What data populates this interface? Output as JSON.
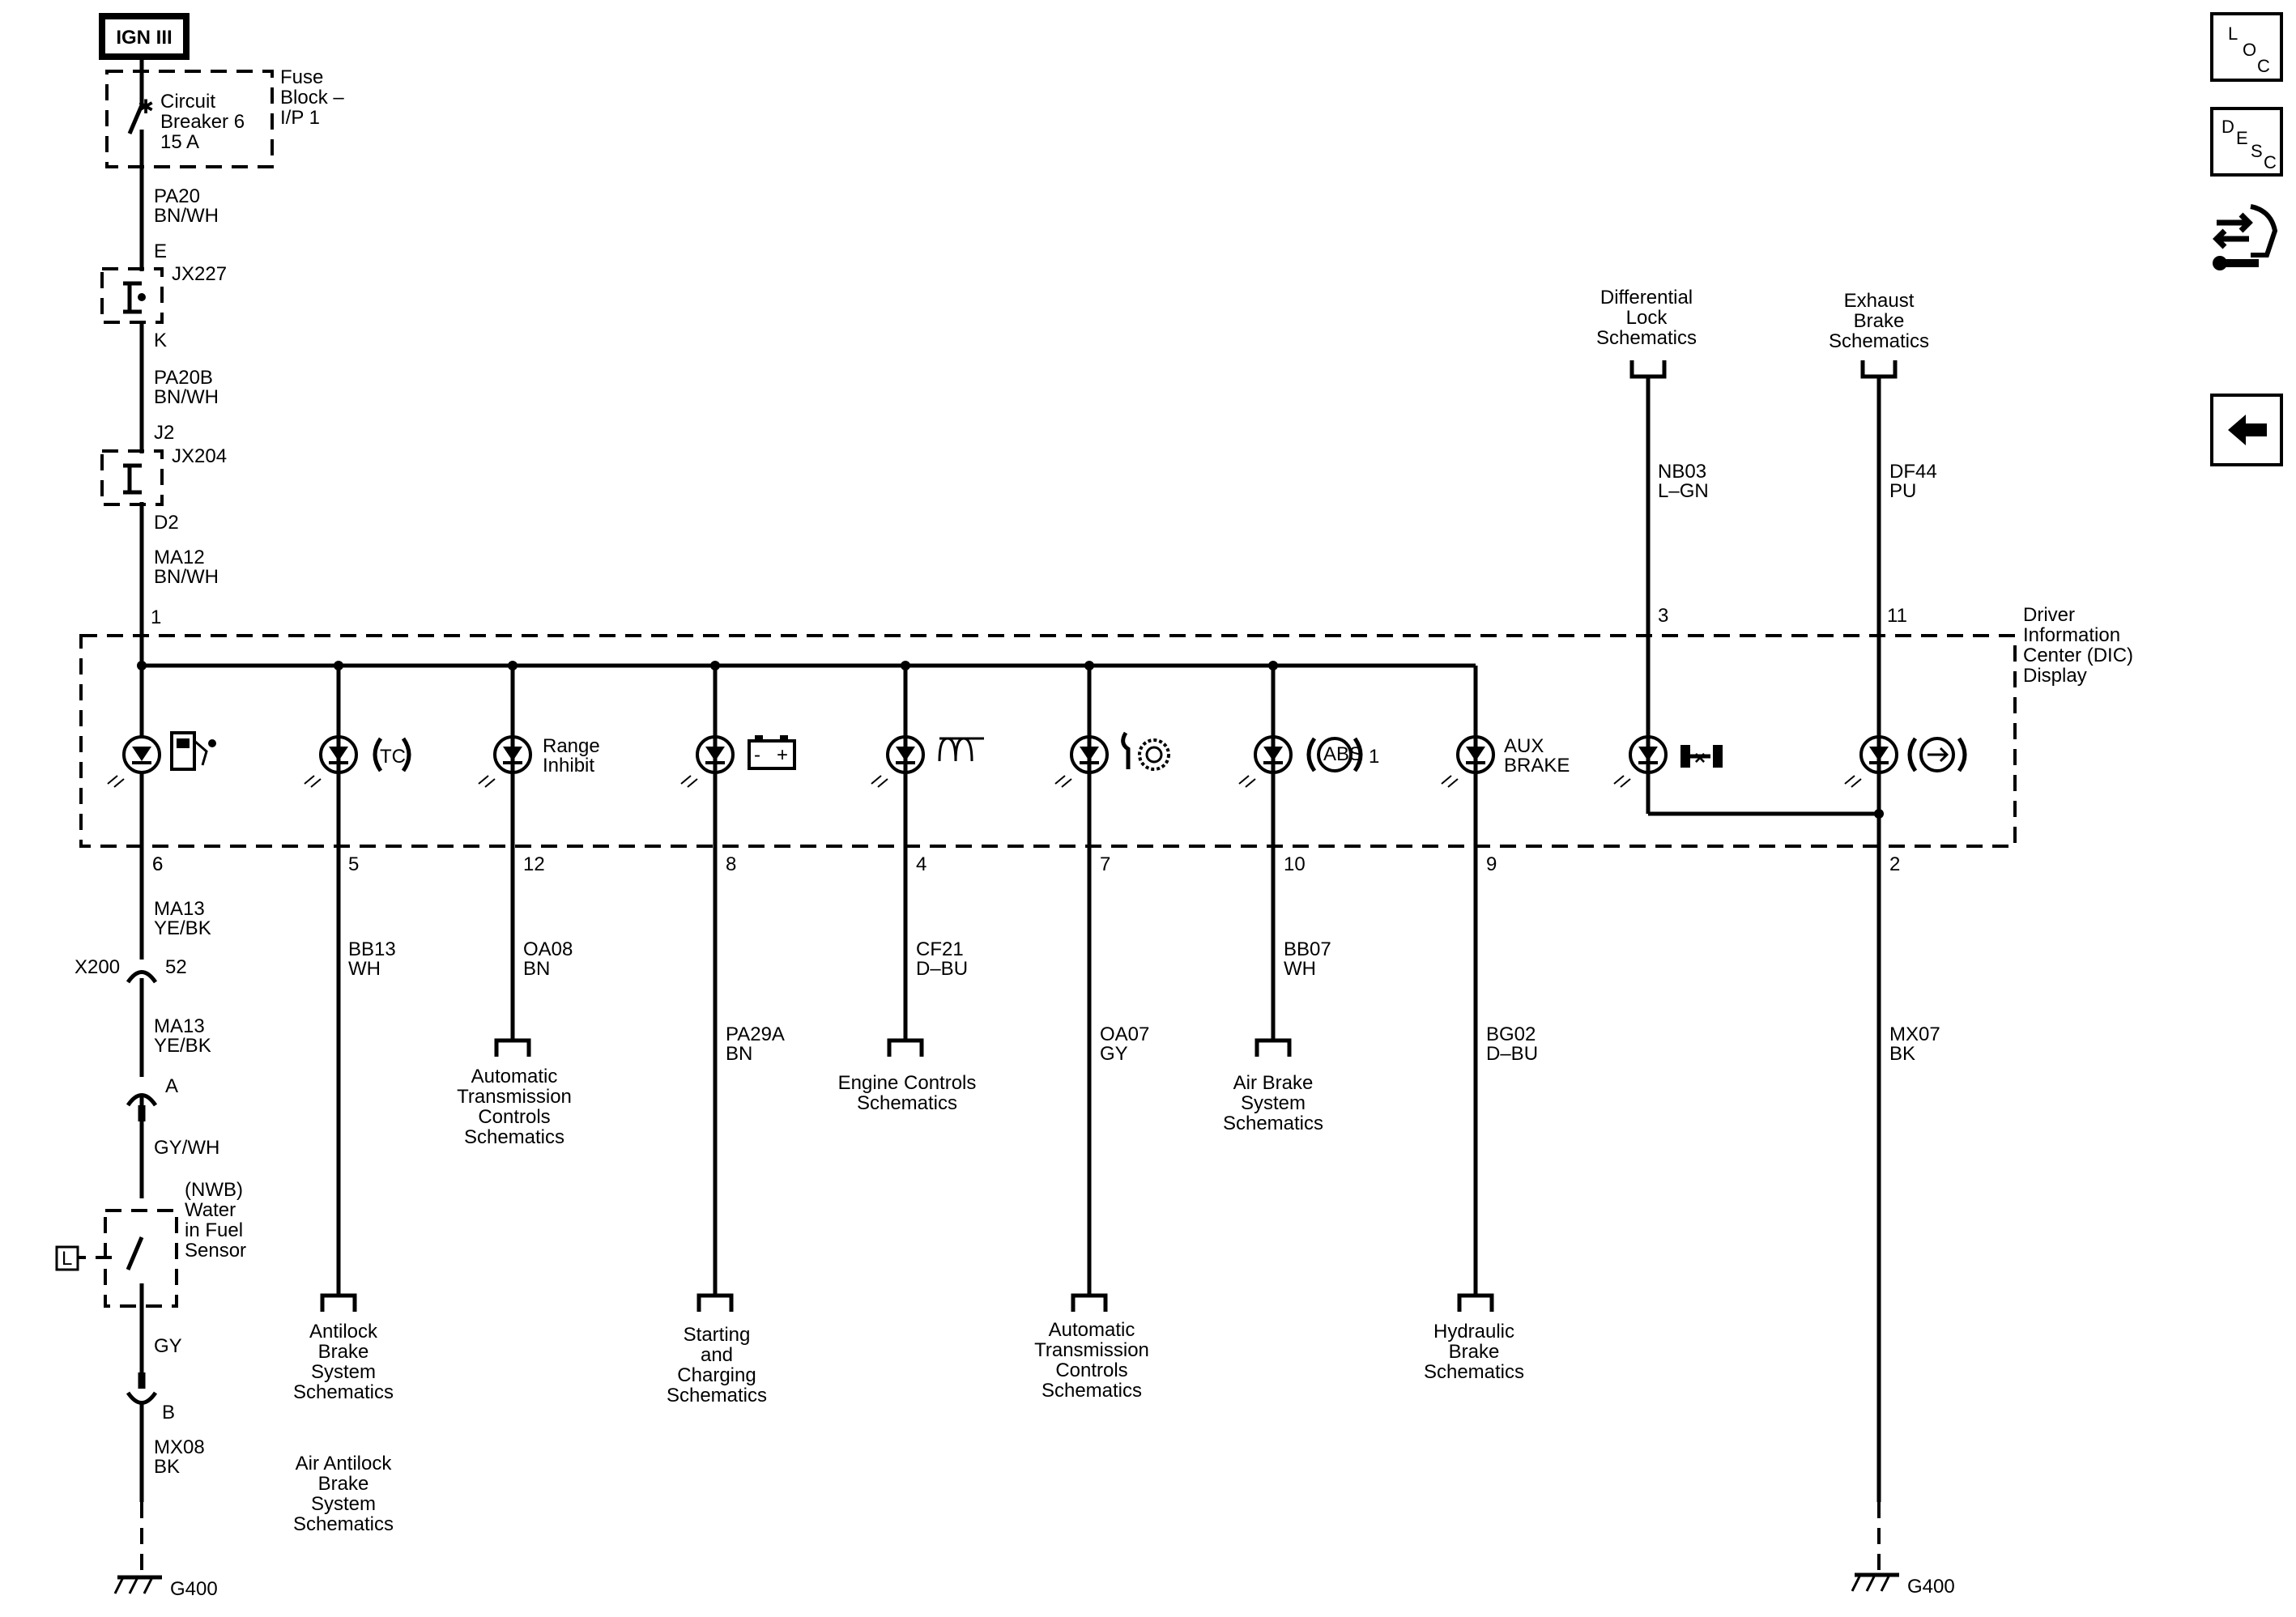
{
  "header_label": "IGN III",
  "fuse": {
    "line1": "Circuit",
    "line2": "Breaker 6",
    "line3": "15 A",
    "block1": "Fuse",
    "block2": "Block –",
    "block3": "I/P 1"
  },
  "left_chain": {
    "w1a": "PA20",
    "w1b": "BN/WH",
    "pinE": "E",
    "jx227": "JX227",
    "pinK": "K",
    "w2a": "PA20B",
    "w2b": "BN/WH",
    "pinJ2": "J2",
    "jx204": "JX204",
    "pinD2": "D2",
    "w3a": "MA12",
    "w3b": "BN/WH",
    "pin1": "1",
    "pin6": "6",
    "w4a": "MA13",
    "w4b": "YE/BK",
    "x200": "X200",
    "pin52": "52",
    "w5a": "MA13",
    "w5b": "YE/BK",
    "pinA": "A",
    "w6": "GY/WH",
    "nwb": "(NWB)",
    "wif1": "Water",
    "wif2": "in Fuel",
    "wif3": "Sensor",
    "lbox": "L",
    "w7": "GY",
    "pinB": "B",
    "w8a": "MX08",
    "w8b": "BK",
    "ground": "G400"
  },
  "module": {
    "l1": "Driver",
    "l2": "Information",
    "l3": "Center (DIC)",
    "l4": "Display"
  },
  "indicators": [
    {
      "icon": "fuel-pump-icon",
      "label": "",
      "pin": "6",
      "wire1": "",
      "wire2": "",
      "dest": []
    },
    {
      "icon": "traction-control-icon",
      "label": "",
      "pin": "5",
      "wire1": "BB13",
      "wire2": "WH",
      "dest": [
        "Antilock",
        "Brake",
        "System",
        "Schematics"
      ],
      "dest2": [
        "Air Antilock",
        "Brake",
        "System",
        "Schematics"
      ]
    },
    {
      "icon": "",
      "label1": "Range",
      "label2": "Inhibit",
      "pin": "12",
      "wire1": "OA08",
      "wire2": "BN",
      "dest": [
        "Automatic",
        "Transmission",
        "Controls",
        "Schematics"
      ]
    },
    {
      "icon": "battery-icon",
      "pin": "8",
      "wire1": "PA29A",
      "wire2": "BN",
      "dest": [
        "Starting",
        "and",
        "Charging",
        "Schematics"
      ]
    },
    {
      "icon": "glow-plug-icon",
      "pin": "4",
      "wire1": "CF21",
      "wire2": "D–BU",
      "dest": [
        "Engine Controls",
        "Schematics"
      ]
    },
    {
      "icon": "transmission-service-icon",
      "pin": "7",
      "wire1": "OA07",
      "wire2": "GY",
      "dest": [
        "Automatic",
        "Transmission",
        "Controls",
        "Schematics"
      ]
    },
    {
      "icon": "abs-icon",
      "abs_text": "ABS",
      "abs_suffix": "1",
      "pin": "10",
      "wire1": "BB07",
      "wire2": "WH",
      "dest": [
        "Air Brake",
        "System",
        "Schematics"
      ]
    },
    {
      "icon": "",
      "label1": "AUX",
      "label2": "BRAKE",
      "pin": "9",
      "wire1": "BG02",
      "wire2": "D–BU",
      "dest": [
        "Hydraulic",
        "Brake",
        "Schematics"
      ]
    },
    {
      "icon": "differential-lock-icon",
      "pin": "3",
      "wire1": "NB03",
      "wire2": "L–GN",
      "src": [
        "Differential",
        "Lock",
        "Schematics"
      ]
    },
    {
      "icon": "exhaust-brake-icon",
      "pin_top": "11",
      "pin": "2",
      "wire1": "DF44",
      "wire2": "PU",
      "src": [
        "Exhaust",
        "Brake",
        "Schematics"
      ],
      "wire3": "MX07",
      "wire4": "BK",
      "ground": "G400"
    }
  ],
  "side_panel": {
    "loc": [
      "L",
      "O",
      "C"
    ],
    "desc": [
      "D",
      "E",
      "S",
      "C"
    ]
  }
}
